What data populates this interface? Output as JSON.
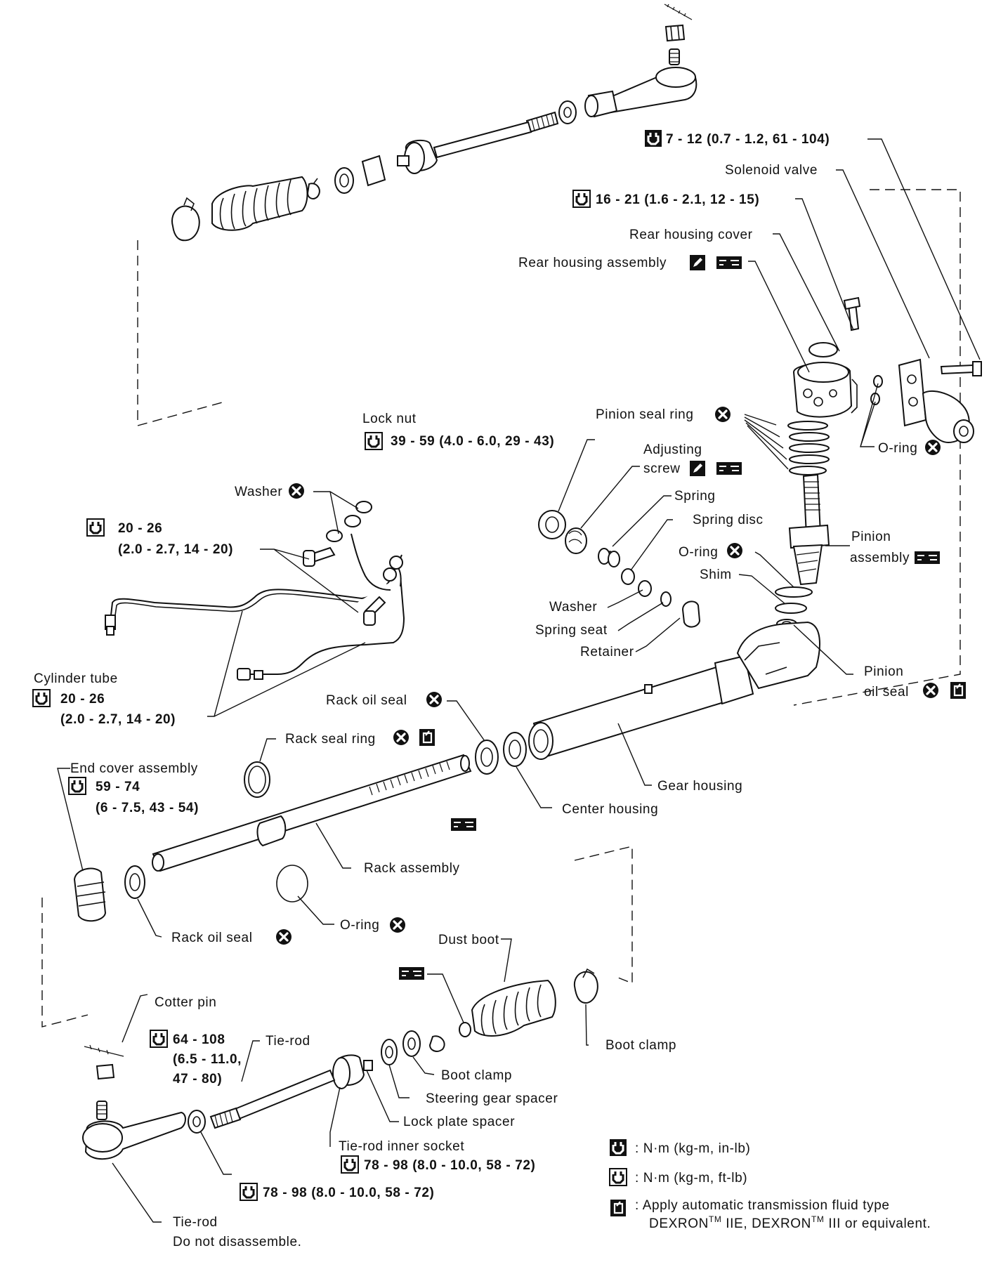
{
  "labels": {
    "torque_top": "7 - 12 (0.7 - 1.2, 61 - 104)",
    "solenoid_valve": "Solenoid valve",
    "torque_rear_housing": "16 - 21 (1.6 - 2.1, 12 - 15)",
    "rear_housing_cover": "Rear housing cover",
    "rear_housing_assembly": "Rear housing assembly",
    "pinion_seal_ring": "Pinion seal ring",
    "o_ring_right": "O-ring",
    "lock_nut": "Lock nut",
    "torque_lock_nut": "39 - 59 (4.0 - 6.0, 29 - 43)",
    "adjusting_screw_1": "Adjusting",
    "adjusting_screw_2": "screw",
    "spring": "Spring",
    "spring_disc": "Spring disc",
    "o_ring_pinion": "O-ring",
    "shim": "Shim",
    "pinion_assembly_1": "Pinion",
    "pinion_assembly_2": "assembly",
    "washer_mid": "Washer",
    "spring_seat": "Spring seat",
    "retainer": "Retainer",
    "pinion_oil_seal_1": "Pinion",
    "pinion_oil_seal_2": "oil seal",
    "washer_tube": "Washer",
    "torque_tube_1": "20 - 26",
    "torque_tube_2": "(2.0 - 2.7, 14 - 20)",
    "cylinder_tube": "Cylinder tube",
    "torque_cyl_1": "20 - 26",
    "torque_cyl_2": "(2.0 - 2.7, 14 - 20)",
    "rack_oil_seal_upper": "Rack oil seal",
    "rack_seal_ring": "Rack seal ring",
    "end_cover_assembly": "End cover assembly",
    "torque_end_1": "59 - 74",
    "torque_end_2": "(6 - 7.5, 43 - 54)",
    "gear_housing": "Gear housing",
    "center_housing": "Center housing",
    "rack_assembly": "Rack assembly",
    "rack_oil_seal_lower": "Rack oil seal",
    "o_ring_lower": "O-ring",
    "dust_boot": "Dust boot",
    "cotter_pin": "Cotter pin",
    "torque_ball_1": "64 - 108",
    "torque_ball_2": "(6.5 - 11.0,",
    "torque_ball_3": "47 - 80)",
    "tie_rod_upper": "Tie-rod",
    "boot_clamp_right": "Boot clamp",
    "boot_clamp_small": "Boot clamp",
    "steering_gear_spacer": "Steering gear spacer",
    "lock_plate_spacer": "Lock plate spacer",
    "tie_rod_inner_socket": "Tie-rod inner socket",
    "torque_inner_socket": "78 - 98 (8.0 - 10.0, 58 - 72)",
    "torque_lock_tie": "78 - 98 (8.0 - 10.0, 58 - 72)",
    "tie_rod_lower_1": "Tie-rod",
    "tie_rod_lower_2": "Do not disassemble."
  },
  "legend": {
    "nm_in_lb": ": N·m (kg-m, in-lb)",
    "nm_ft_lb": ": N·m (kg-m, ft-lb)",
    "fluid_1": ": Apply automatic transmission fluid type",
    "fluid_2a": "DEXRON",
    "fluid_tm1": "TM",
    "fluid_2b": " IIE, DEXRON",
    "fluid_tm2": "TM",
    "fluid_2c": " III or equivalent."
  },
  "symbols": {
    "replace": "x-circle-icon",
    "torque_ft": "wrench-ft-lb-icon",
    "torque_in": "wrench-in-lb-icon",
    "grease": "grease-icon",
    "atf": "atf-fluid-icon",
    "sealant": "pencil-sealant-icon"
  }
}
